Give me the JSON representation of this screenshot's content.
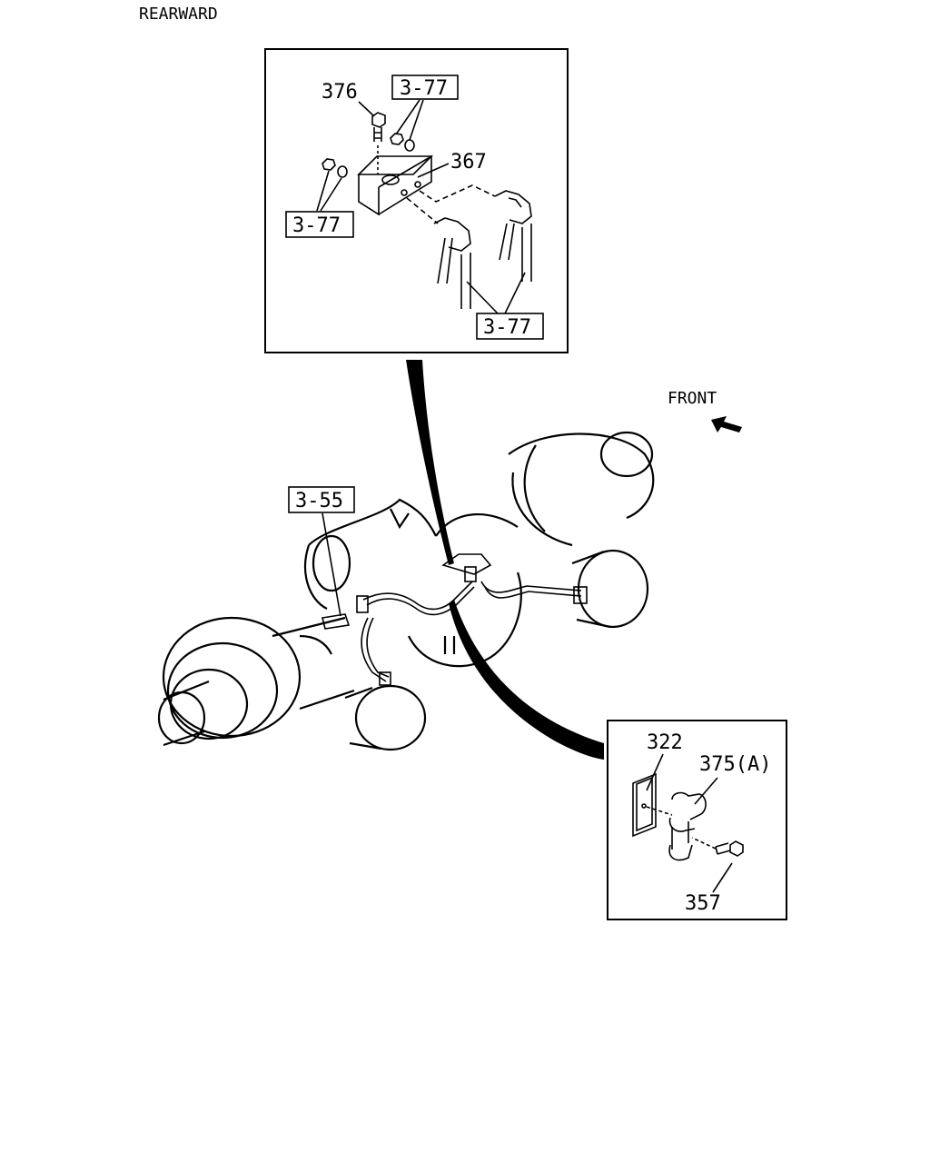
{
  "header": {
    "direction_label": "REARWARD"
  },
  "orientation": {
    "front_label": "FRONT"
  },
  "top_detail": {
    "callouts": {
      "bolt": "376",
      "bracket": "367"
    },
    "refs": [
      "3-77",
      "3-77",
      "3-77"
    ]
  },
  "main_view": {
    "ref": "3-55"
  },
  "clip_detail": {
    "callouts": {
      "plate": "322",
      "clip": "375(A)",
      "bolt": "357"
    }
  }
}
